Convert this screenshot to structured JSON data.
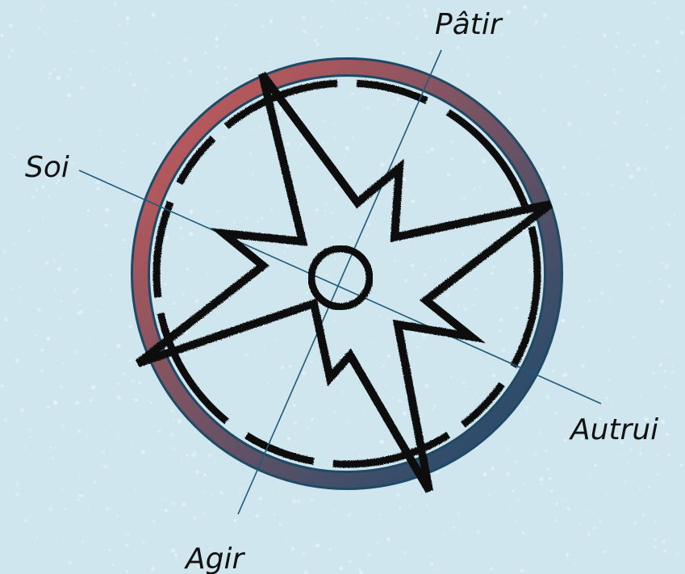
{
  "labels": {
    "top": "Pâtir",
    "left": "Soi",
    "right": "Autrui",
    "bottom": "Agir"
  },
  "colors": {
    "background": "#cfe6ee",
    "background_speckle": "#e9f4f8",
    "ring_warm": "#b3585c",
    "ring_cool": "#2f4d6b",
    "ring_outline": "#1f4a66",
    "axis_line": "#1f5a7a",
    "star_stroke": "#111111"
  },
  "icons": {
    "star": "seven-point-star-icon",
    "center": "center-circle-icon"
  }
}
